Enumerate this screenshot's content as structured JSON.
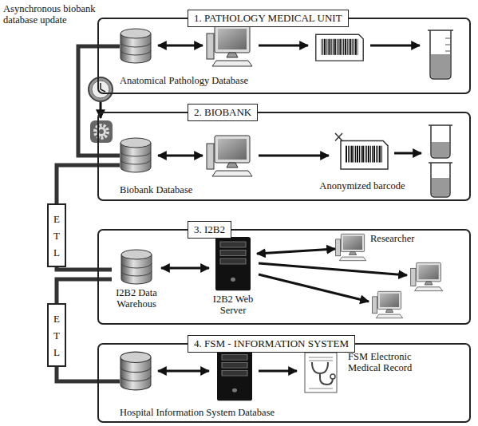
{
  "diagram": {
    "nodes": [
      {
        "text": [
          "1. PATHOLOGY MEDICAL UNIT"
        ]
      },
      {
        "text": [
          "Anatomical Pathology Database"
        ],
        "in": 0
      },
      {
        "text": [
          "2. BIOBANK"
        ]
      },
      {
        "text": [
          "Biobank Database"
        ],
        "in": 2
      },
      {
        "text": [
          "Anonymized barcode"
        ],
        "in": 2
      },
      {
        "text": [
          "E T L"
        ]
      },
      {
        "text": [
          "3. I2B2"
        ]
      },
      {
        "text": [
          "I2B2 Data Warehous"
        ],
        "in": 6
      },
      {
        "text": [
          "I2B2 Web Server"
        ],
        "in": 6
      },
      {
        "text": [
          "Researcher"
        ],
        "in": 6
      },
      {
        "text": [
          "E T L"
        ]
      },
      {
        "text": [
          "4. FSM - INFORMATION SYSTEM"
        ]
      },
      {
        "text": [
          "Hospital Information System Database"
        ],
        "in": 11
      },
      {
        "text": [
          "FSM Electronic Medical Record"
        ],
        "in": 11
      }
    ],
    "edges": [
      {
        "from": 1,
        "to": 3,
        "arrow": "none"
      },
      {
        "from": 3,
        "to": 5,
        "arrow": "none"
      },
      {
        "from": 5,
        "to": 7,
        "arrow": "none"
      },
      {
        "from": 12,
        "to": 10,
        "arrow": "none"
      },
      {
        "from": 10,
        "to": 7,
        "arrow": "none"
      },
      {
        "from": 7,
        "to": 8,
        "arrow": "both"
      },
      {
        "from": 8,
        "to": 9,
        "arrow": "both"
      }
    ],
    "labels": [
      "Asynchronous biobank database update"
    ]
  }
}
